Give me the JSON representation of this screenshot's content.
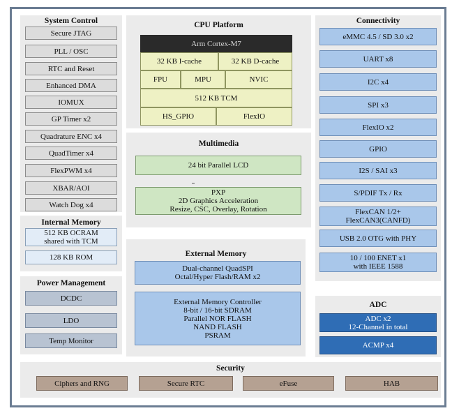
{
  "system_control": {
    "title": "System Control",
    "items": [
      "Secure JTAG",
      "PLL / OSC",
      "RTC and Reset",
      "Enhanced DMA",
      "IOMUX",
      "GP Timer x2",
      "Quadrature ENC x4",
      "QuadTimer x4",
      "FlexPWM x4",
      "XBAR/AOI",
      "Watch Dog x4"
    ]
  },
  "internal_memory": {
    "title": "Internal Memory",
    "items": [
      "512 KB OCRAM\nshared with TCM",
      "128 KB ROM"
    ]
  },
  "power_management": {
    "title": "Power Management",
    "items": [
      "DCDC",
      "LDO",
      "Temp Monitor"
    ]
  },
  "cpu_platform": {
    "title": "CPU Platform",
    "core": "Arm Cortex-M7",
    "icache": "32 KB I-cache",
    "dcache": "32 KB D-cache",
    "fpu": "FPU",
    "mpu": "MPU",
    "nvic": "NVIC",
    "tcm": "512 KB TCM",
    "hs_gpio": "HS_GPIO",
    "flexio": "FlexIO"
  },
  "multimedia": {
    "title": "Multimedia",
    "lcd": "24 bit Parallel LCD",
    "pxp": "PXP\n2D Graphics Acceleration\nResize, CSC, Overlay, Rotation"
  },
  "external_memory": {
    "title": "External Memory",
    "quadspi": "Dual-channel QuadSPI\nOctal/Hyper Flash/RAM x2",
    "controller": "External Memory Controller\n8-bit / 16-bit SDRAM\nParallel NOR FLASH\nNAND FLASH\nPSRAM"
  },
  "connectivity": {
    "title": "Connectivity",
    "items": [
      "eMMC 4.5 / SD 3.0 x2",
      "UART x8",
      "I2C x4",
      "SPI x3",
      "FlexIO x2",
      "GPIO",
      "I2S / SAI x3",
      "S/PDIF Tx / Rx",
      "FlexCAN 1/2+\nFlexCAN3(CANFD)",
      "USB 2.0 OTG with PHY",
      "10 / 100 ENET x1\nwith IEEE 1588"
    ]
  },
  "adc": {
    "title": "ADC",
    "items": [
      "ADC x2\n12-Channel in total",
      "ACMP x4"
    ]
  },
  "security": {
    "title": "Security",
    "items": [
      "Ciphers and RNG",
      "Secure RTC",
      "eFuse",
      "HAB"
    ]
  },
  "colors": {
    "frame": "#6b7d93",
    "panel": "#ebebeb",
    "gray_box": "#dcdcdc",
    "light_blue_box": "#e2ecf7",
    "slate_box": "#b8c3d2",
    "blue_box": "#a9c7ea",
    "green_box": "#cfe6c3",
    "yellow_green_box": "#eef1c4",
    "dark_core": "#2a2a2a",
    "dark_blue_box": "#2f6db5",
    "tan_box": "#b5a192"
  }
}
